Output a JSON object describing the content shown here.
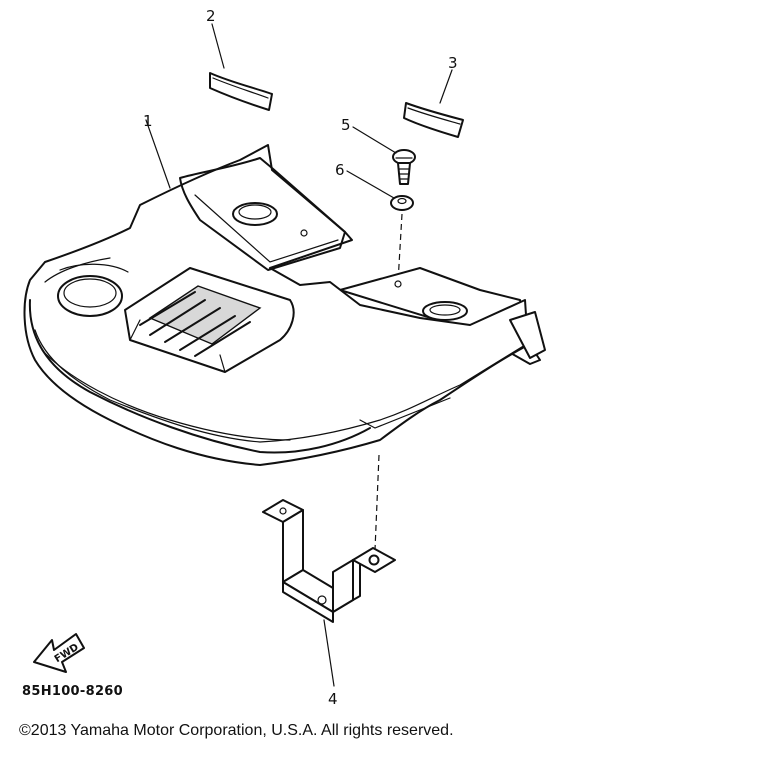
{
  "diagram": {
    "callouts": [
      {
        "id": "1",
        "label": "1"
      },
      {
        "id": "2",
        "label": "2"
      },
      {
        "id": "3",
        "label": "3"
      },
      {
        "id": "4",
        "label": "4"
      },
      {
        "id": "5",
        "label": "5"
      },
      {
        "id": "6",
        "label": "6"
      }
    ],
    "fwd_label": "FWD",
    "drawing_code": "85H100-8260"
  },
  "footer": {
    "copyright": "©2013 Yamaha Motor Corporation, U.S.A. All rights reserved."
  }
}
